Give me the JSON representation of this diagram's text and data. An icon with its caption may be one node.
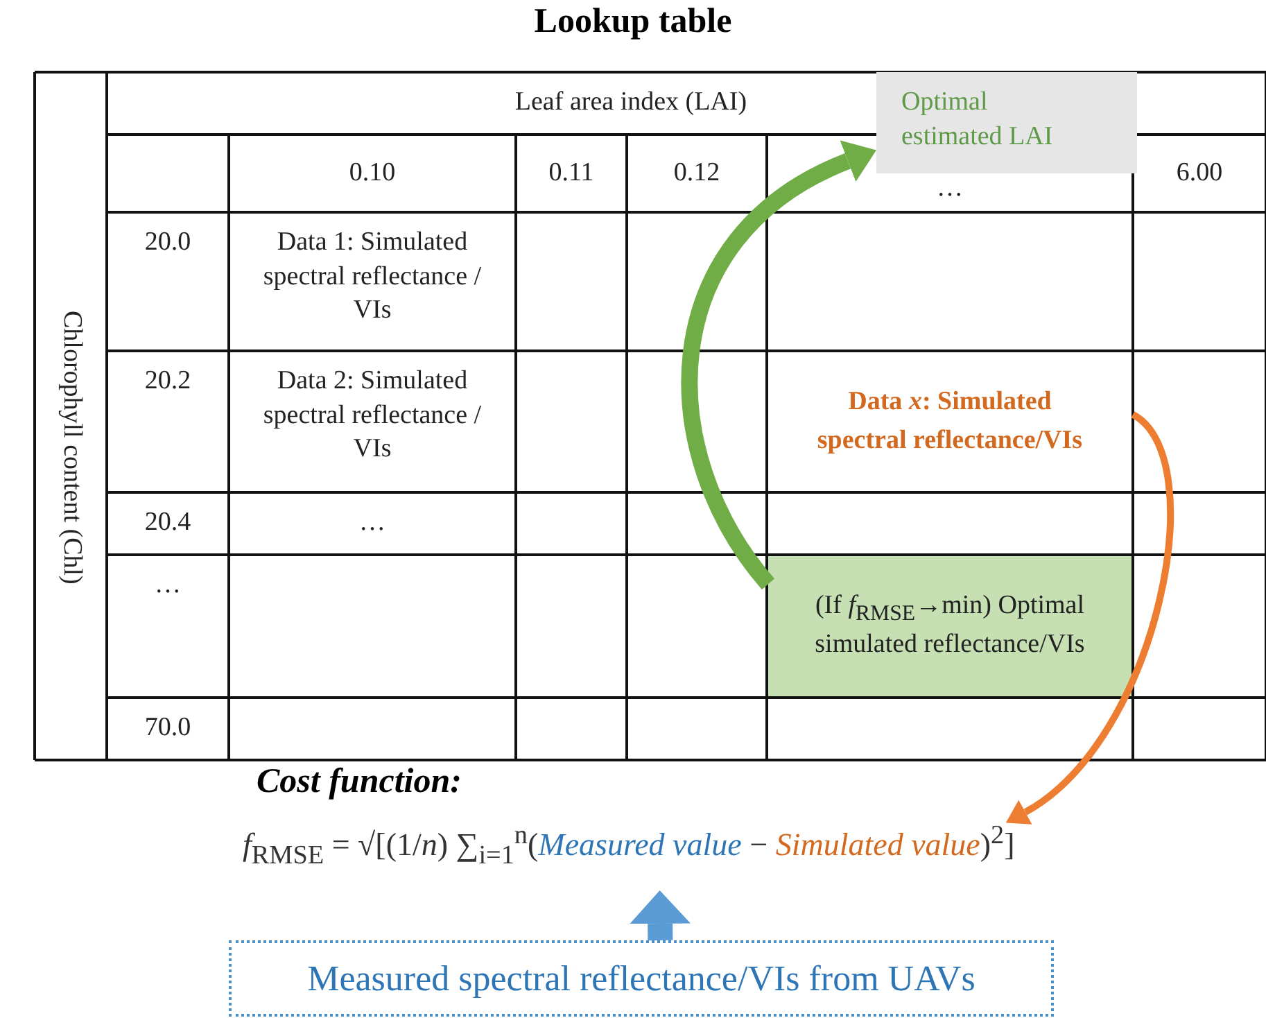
{
  "diagram": {
    "title": "Lookup table",
    "nodes": [
      {
        "text": [
          "Data *x*: Simulated spectral reflectance/VIs"
        ]
      },
      {
        "text": [
          "(If *f*$_{RMSE}$→min) Optimal simulated reflectance/VIs"
        ]
      },
      {
        "text": [
          "Optimal estimated LAI"
        ]
      },
      {
        "text": [
          "Cost function:",
          "*f*$_{RMSE}$ = √[(1/*n*) ∑$_{i=1}$$^{n}$(*Measured value* − *Simulated value*)$^{2}$]"
        ]
      },
      {
        "text": [
          "Measured spectral reflectance/VIs from UAVs"
        ]
      }
    ],
    "edges": [
      {
        "from": 1,
        "to": 2,
        "arrow": "to",
        "color": "#70ad47"
      },
      {
        "from": 0,
        "to": 3,
        "arrow": "to",
        "color": "#ed7d31"
      },
      {
        "from": 4,
        "to": 3,
        "arrow": "to",
        "color": "#5b9bd5"
      }
    ],
    "labels": [
      "Leaf area index (LAI)",
      "0.10",
      "0.11",
      "0.12",
      "…",
      "6.00",
      "Chlorophyll content (Chl)",
      "20.0",
      "Data 1: Simulated spectral reflectance / VIs",
      "20.2",
      "Data 2: Simulated spectral reflectance / VIs",
      "20.4",
      "…",
      "…",
      "70.0"
    ]
  }
}
